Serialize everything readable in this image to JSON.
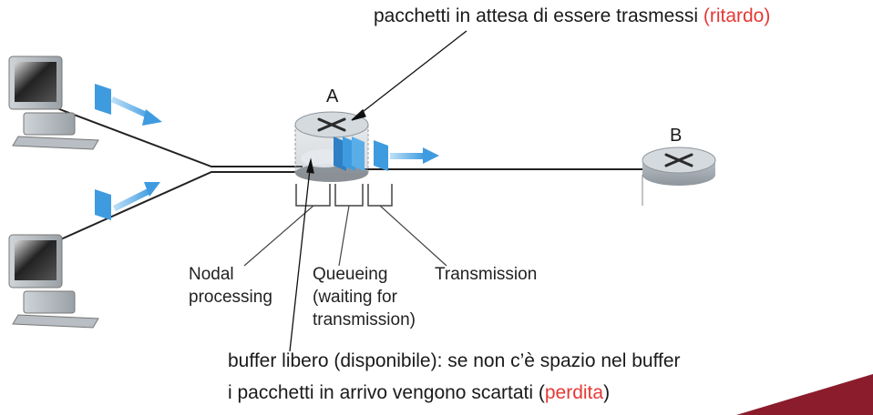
{
  "top_caption": {
    "text": "pacchetti in attesa di essere trasmessi ",
    "highlight": "(ritardo)"
  },
  "nodes": {
    "a": "A",
    "b": "B"
  },
  "labels": {
    "nodal": [
      "Nodal",
      "processing"
    ],
    "queueing": [
      "Queueing",
      "(waiting for",
      "transmission)"
    ],
    "transmission": "Transmission"
  },
  "bottom_caption": {
    "line1": "buffer libero (disponibile): se non c’è spazio nel buffer",
    "line2_before": "i pacchetti in arrivo vengono scartati (",
    "line2_highlight": "perdita",
    "line2_after": ")"
  },
  "colors": {
    "highlight": "#e53935",
    "packet": "#3f9be0",
    "corner": "#8b1c2c"
  },
  "icons": [
    "computer-icon",
    "router-icon",
    "packet-icon"
  ]
}
